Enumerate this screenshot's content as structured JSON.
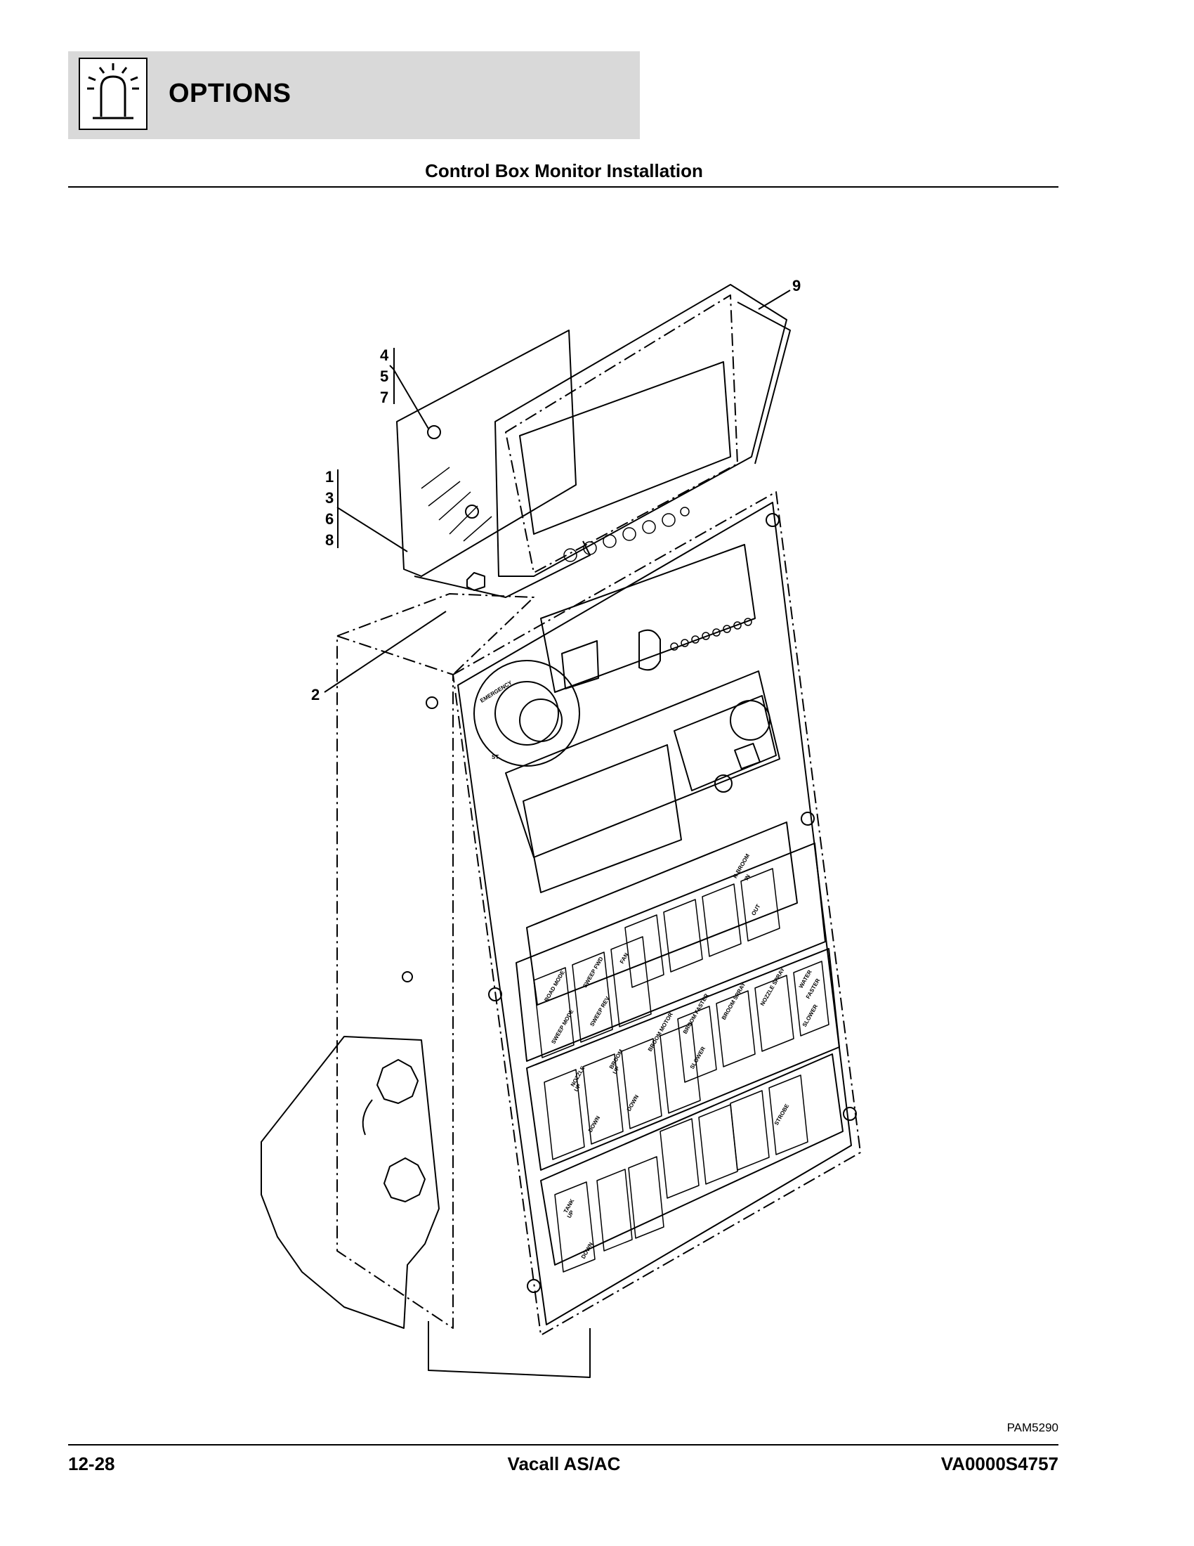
{
  "header": {
    "section_title": "OPTIONS",
    "icon": "beacon-light-icon"
  },
  "page_title": "Control Box Monitor Installation",
  "figure": {
    "callouts": [
      "9",
      "4",
      "5",
      "7",
      "1",
      "3",
      "6",
      "8",
      "2"
    ],
    "panel_labels": {
      "emergency": "EMERGENCY",
      "stop_partial": "ST",
      "r_broom": "R BROOM",
      "r_broom_in": "IN",
      "r_broom_out": "OUT",
      "road_mode": "ROAD MODE",
      "sweep_mode": "SWEEP MODE",
      "sweep_fwd": "SWEEP FWD",
      "sweep_rev": "SWEEP REV",
      "fan": "FAN",
      "water": "WATER",
      "faster": "FASTER",
      "slower": "SLOWER",
      "nozzle_spray": "NOZZLE SPRAY",
      "broom_spray": "BROOM SPRAY",
      "broom_faster": "BROOM FASTER",
      "broom_motor": "BROOM MOTOR",
      "broom": "BROOM",
      "nozzle": "NOZZLE",
      "up": "UP",
      "down": "DOWN",
      "strobe": "STROBE",
      "tank": "TANK"
    },
    "figure_id": "PAM5290"
  },
  "footer": {
    "page_number": "12-28",
    "product": "Vacall AS/AC",
    "doc_number": "VA0000S4757"
  }
}
